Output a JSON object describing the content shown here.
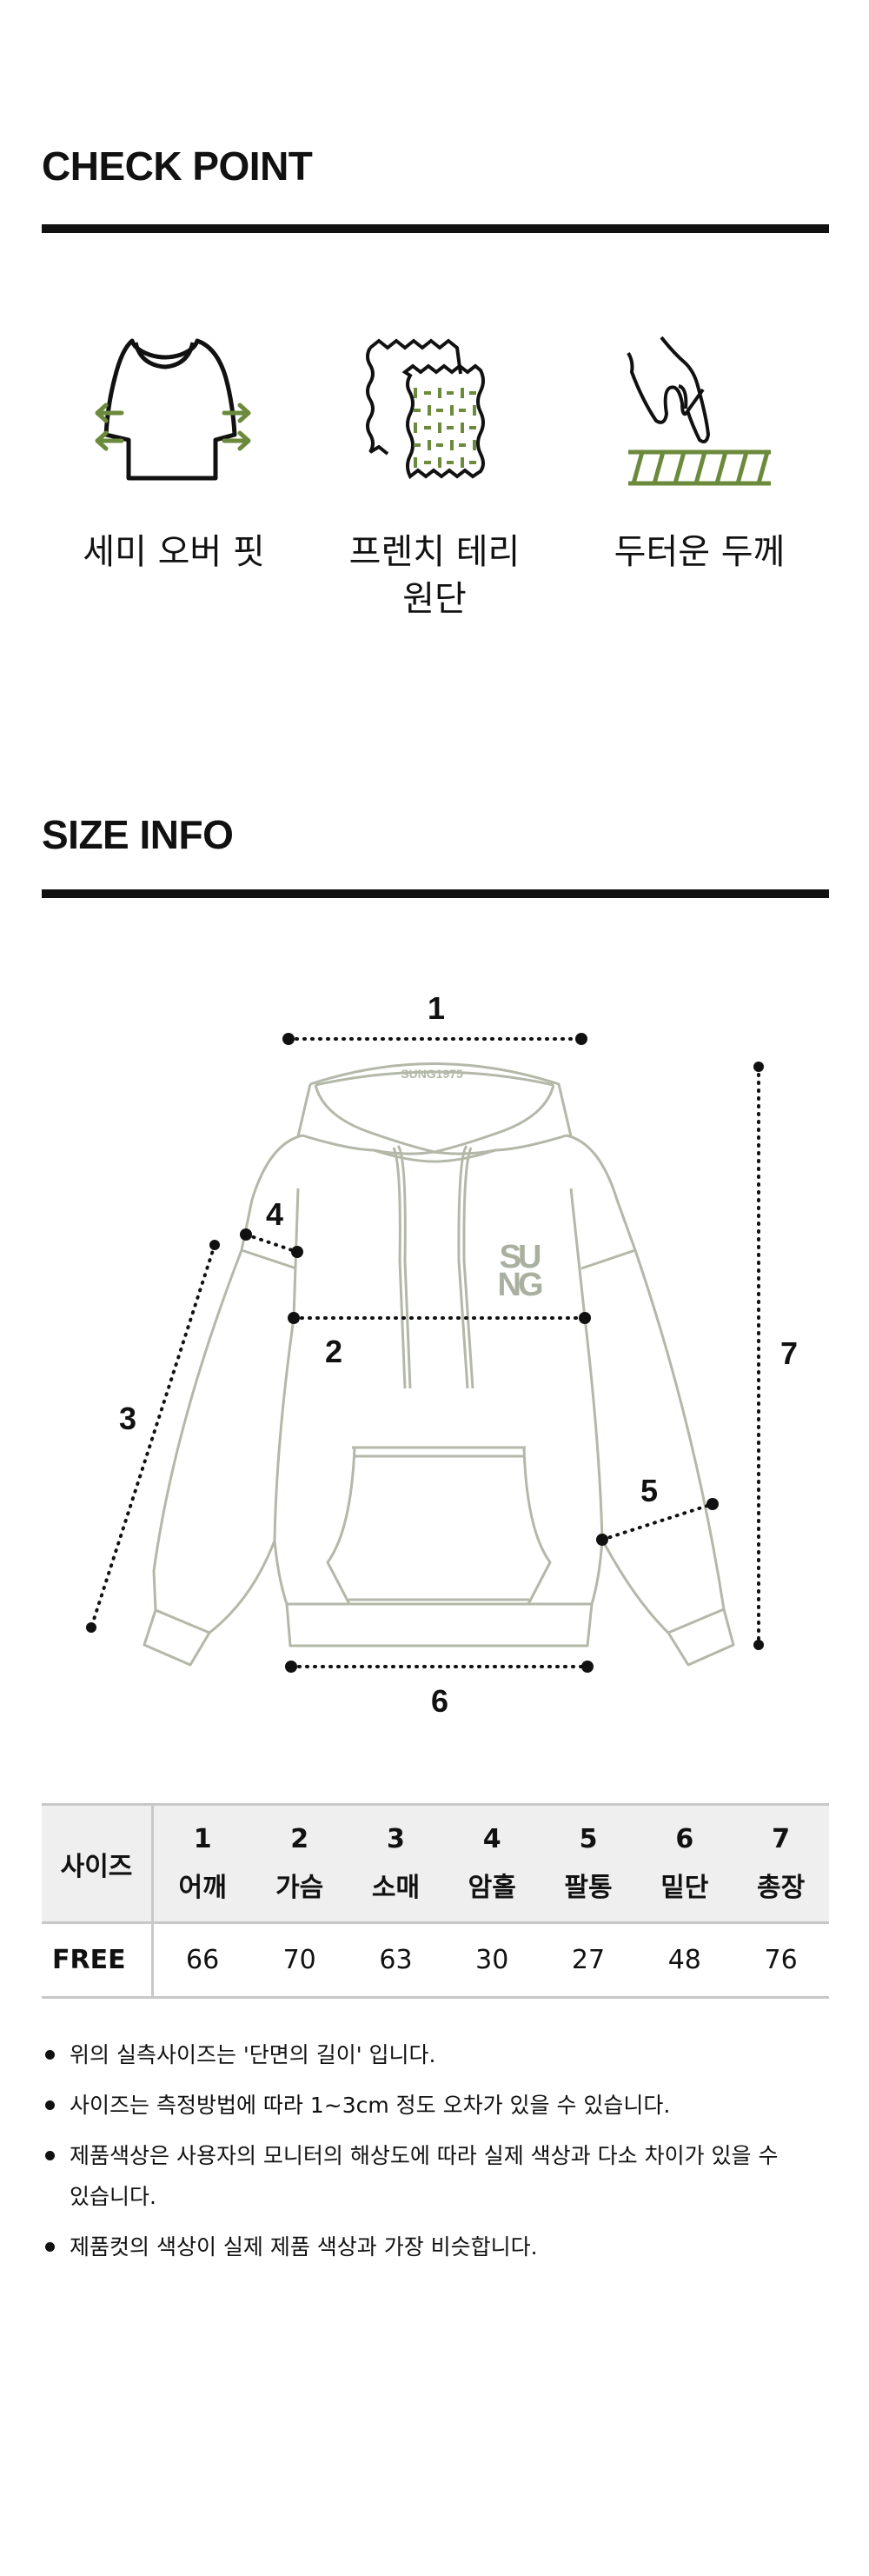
{
  "check_point": {
    "title": "CHECK POINT",
    "items": [
      {
        "icon": "tshirt-fit-icon",
        "label": "세미 오버 핏"
      },
      {
        "icon": "fabric-swatch-icon",
        "label_line1": "프렌치 테리",
        "label_line2": "원단"
      },
      {
        "icon": "hand-touch-thickness-icon",
        "label": "두터운 두께"
      }
    ]
  },
  "size_info": {
    "title": "SIZE INFO",
    "diagram": {
      "hood_text": "SUNG1975",
      "logo_text_top": "SU",
      "logo_text_bottom": "NG",
      "labels": [
        "1",
        "2",
        "3",
        "4",
        "5",
        "6",
        "7"
      ]
    },
    "table": {
      "header_label": "사이즈",
      "columns": [
        {
          "num": "1",
          "name": "어깨"
        },
        {
          "num": "2",
          "name": "가슴"
        },
        {
          "num": "3",
          "name": "소매"
        },
        {
          "num": "4",
          "name": "암홀"
        },
        {
          "num": "5",
          "name": "팔통"
        },
        {
          "num": "6",
          "name": "밑단"
        },
        {
          "num": "7",
          "name": "총장"
        }
      ],
      "rows": [
        {
          "size": "FREE",
          "values": [
            "66",
            "70",
            "63",
            "30",
            "27",
            "48",
            "76"
          ]
        }
      ]
    },
    "notes": [
      "위의 실측사이즈는 '단면의 길이' 입니다.",
      "사이즈는 측정방법에 따라 1~3cm 정도 오차가 있을 수 있습니다.",
      "제품색상은 사용자의 모니터의 해상도에 따라 실제 색상과 다소 차이가 있을 수 있습니다.",
      "제품컷의 색상이 실제 제품 색상과 가장 비슷합니다."
    ]
  },
  "colors": {
    "accent_green": "#6b8a3c",
    "garment_line": "#b3b8a8",
    "rule": "#111111"
  }
}
